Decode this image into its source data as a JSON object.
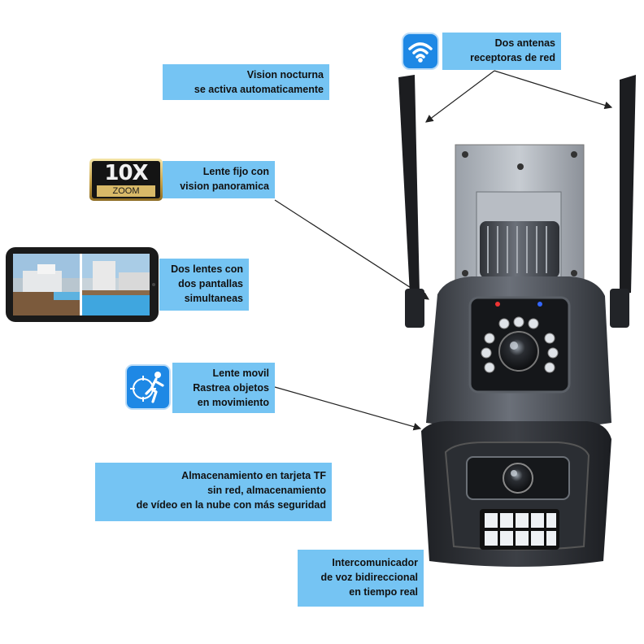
{
  "labels": {
    "antennas": [
      "Dos antenas",
      "receptoras de red"
    ],
    "night_vision": [
      "Vision nocturna",
      "se activa automaticamente"
    ],
    "fixed_lens": [
      "Lente fijo con",
      "vision panoramica"
    ],
    "dual_lens": [
      "Dos lentes con",
      "dos pantallas",
      "simultaneas"
    ],
    "moving_lens": [
      "Lente movil",
      "Rastrea objetos",
      "en movimiento"
    ],
    "storage": [
      "Almacenamiento en tarjeta TF",
      "sin red, almacenamiento",
      "de vídeo en la nube con más seguridad"
    ],
    "intercom": [
      "Intercomunicador",
      "de voz bidireccional",
      "en tiempo real"
    ]
  },
  "zoom_badge": {
    "value": "10X",
    "caption": "ZOOM"
  },
  "icons": [
    "wifi-icon",
    "zoom-badge-icon",
    "phone-dual-view-icon",
    "motion-tracking-icon"
  ],
  "colors": {
    "label_bg": "#75c4f3",
    "icon_blue": "#1e88e5",
    "badge_gold": "#c9a44a",
    "camera_body": "#4b4f56"
  }
}
